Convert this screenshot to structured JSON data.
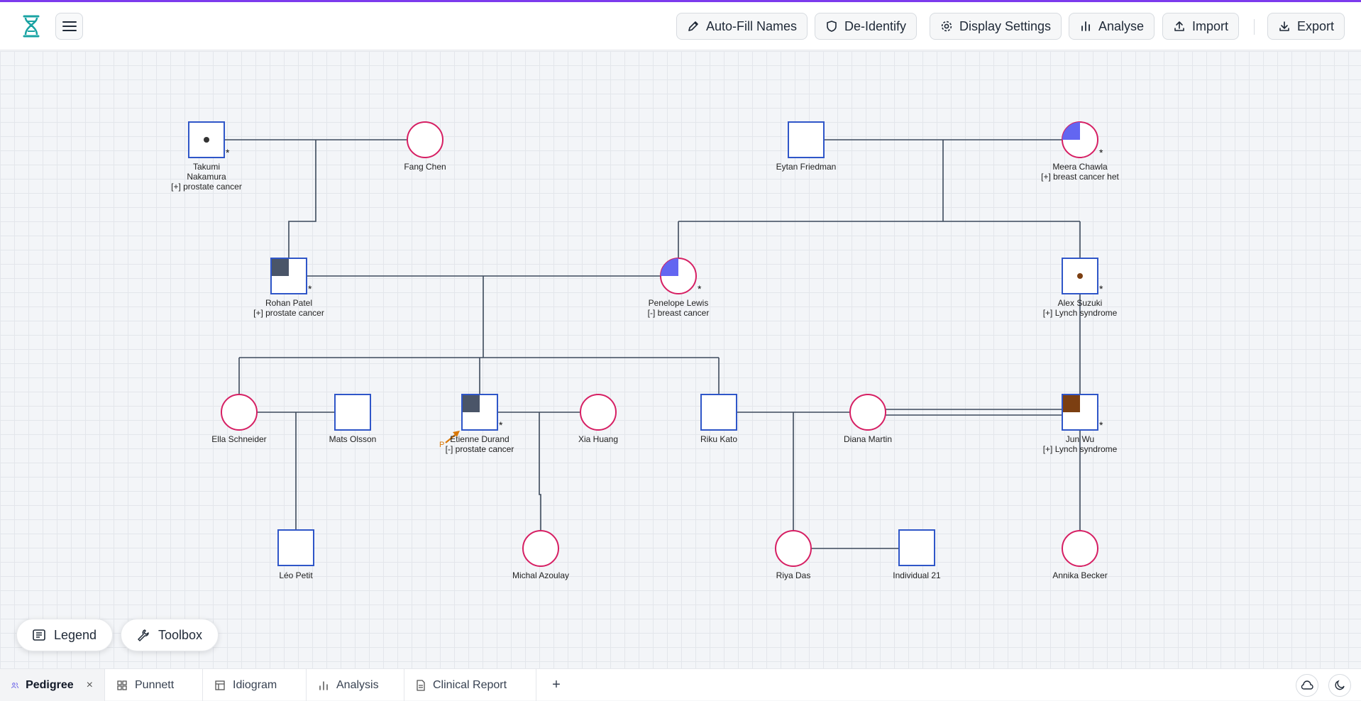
{
  "toolbar": {
    "auto_fill": "Auto-Fill Names",
    "de_identify": "De-Identify",
    "display_settings": "Display Settings",
    "analyse": "Analyse",
    "import": "Import",
    "export": "Export"
  },
  "canvas_buttons": {
    "legend": "Legend",
    "toolbox": "Toolbox"
  },
  "individuals": {
    "takumi": {
      "name": "Takumi",
      "name2": "Nakamura",
      "note": "[+] prostate cancer",
      "sex": "male",
      "marker": "*"
    },
    "fang": {
      "name": "Fang Chen",
      "sex": "female"
    },
    "eytan": {
      "name": "Eytan Friedman",
      "sex": "male"
    },
    "meera": {
      "name": "Meera Chawla",
      "note": "[+] breast cancer het",
      "sex": "female",
      "marker": "*"
    },
    "rohan": {
      "name": "Rohan Patel",
      "note": "[+] prostate cancer",
      "sex": "male",
      "marker": "*"
    },
    "penelope": {
      "name": "Penelope Lewis",
      "note": "[-] breast cancer",
      "sex": "female",
      "marker": "*"
    },
    "alex": {
      "name": "Alex Suzuki",
      "note": "[+] Lynch syndrome",
      "sex": "male",
      "marker": "*"
    },
    "ella": {
      "name": "Ella Schneider",
      "sex": "female"
    },
    "mats": {
      "name": "Mats Olsson",
      "sex": "male"
    },
    "etienne": {
      "name": "Etienne Durand",
      "note": "[-] prostate cancer",
      "sex": "male",
      "marker": "*",
      "proband": "P"
    },
    "xia": {
      "name": "Xia Huang",
      "sex": "female"
    },
    "riku": {
      "name": "Riku Kato",
      "sex": "male"
    },
    "diana": {
      "name": "Diana Martin",
      "sex": "female"
    },
    "jun": {
      "name": "Jun Wu",
      "note": "[+] Lynch syndrome",
      "sex": "male",
      "marker": "*"
    },
    "leo": {
      "name": "Léo Petit",
      "sex": "male"
    },
    "michal": {
      "name": "Michal Azoulay",
      "sex": "female"
    },
    "riya": {
      "name": "Riya Das",
      "sex": "female"
    },
    "ind21": {
      "name": "Individual 21",
      "sex": "male"
    },
    "annika": {
      "name": "Annika Becker",
      "sex": "female"
    }
  },
  "colors": {
    "male_stroke": "#2f56c8",
    "female_stroke": "#d61f63",
    "prostate_fill": "#4a5568",
    "breast_fill": "#6366f1",
    "lynch_fill": "#7c3f12",
    "proband_arrow": "#d97706",
    "line": "#3d4a5c"
  },
  "tabs": [
    {
      "label": "Pedigree",
      "icon": "people-icon",
      "active": true
    },
    {
      "label": "Punnett",
      "icon": "grid-icon"
    },
    {
      "label": "Idiogram",
      "icon": "table-icon"
    },
    {
      "label": "Analysis",
      "icon": "bar-chart-icon"
    },
    {
      "label": "Clinical Report",
      "icon": "document-icon"
    }
  ],
  "tab_add": "+",
  "tab_close": "×"
}
